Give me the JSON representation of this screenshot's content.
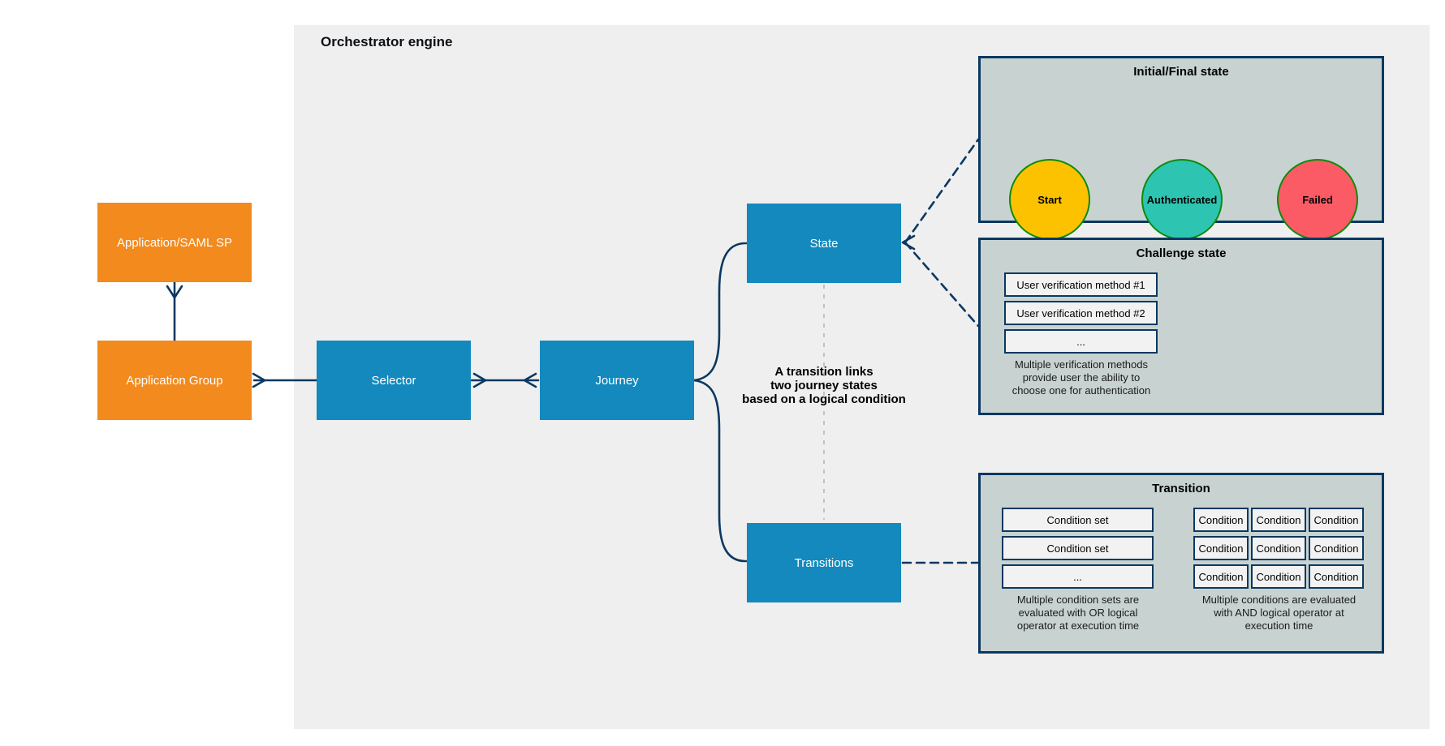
{
  "engine": {
    "title": "Orchestrator engine"
  },
  "nodes": {
    "saml_sp": "Application/SAML SP",
    "app_group": "Application Group",
    "selector": "Selector",
    "journey": "Journey",
    "state": "State",
    "transitions": "Transitions"
  },
  "annotation": "A transition links\ntwo journey states\nbased on a logical condition",
  "panels": {
    "initial_final": {
      "title": "Initial/Final state",
      "states": [
        {
          "label": "Start",
          "color": "#fcc200"
        },
        {
          "label": "Authenticated",
          "color": "#2dc5b2"
        },
        {
          "label": "Failed",
          "color": "#fb5b64"
        }
      ]
    },
    "challenge": {
      "title": "Challenge state",
      "methods": [
        "User verification method #1",
        "User verification method #2",
        "..."
      ],
      "caption": "Multiple verification methods\nprovide user the ability to\nchoose one for authentication"
    },
    "transition": {
      "title": "Transition",
      "condition_sets": [
        "Condition set",
        "Condition set",
        "..."
      ],
      "or_caption": "Multiple condition sets are\nevaluated with OR logical\noperator at execution time",
      "conditions": [
        [
          "Condition",
          "Condition",
          "Condition"
        ],
        [
          "Condition",
          "Condition",
          "Condition"
        ],
        [
          "Condition",
          "Condition",
          "Condition"
        ]
      ],
      "and_caption": "Multiple conditions are evaluated\nwith AND logical operator at\nexecution time"
    }
  },
  "colors": {
    "accent_blue": "#1389bd",
    "accent_orange": "#f28a1e",
    "navy_line": "#0b3861",
    "engine_bg": "#efefef",
    "panel_bg": "#c8d3d1",
    "circle_border_green": "#0e8a0e",
    "start_fill": "#fcc200",
    "authenticated_fill": "#2dc5b2",
    "failed_fill": "#fb5b64",
    "dashed_gray": "#c2c2c2"
  }
}
